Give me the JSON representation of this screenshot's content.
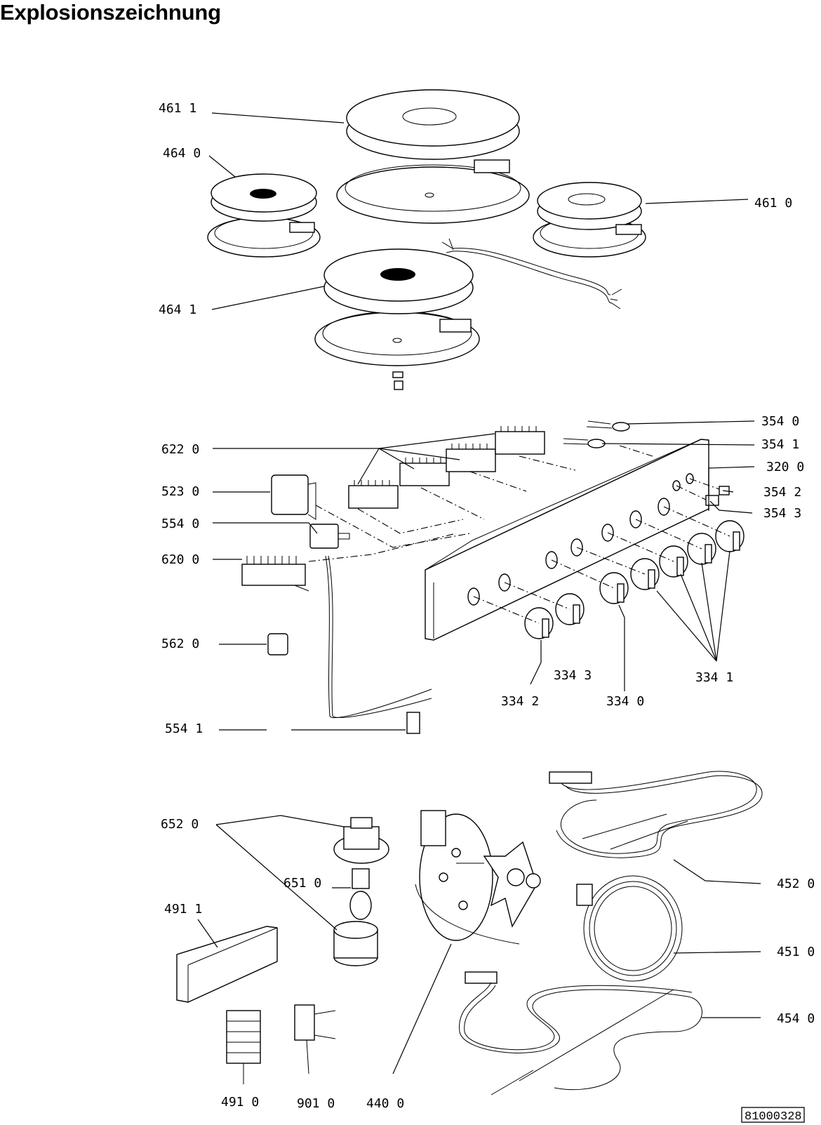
{
  "title": "Explosionszeichnung",
  "document_number": "81000328",
  "labels": {
    "l4611": "461 1",
    "l4640": "464 0",
    "l4610": "461 0",
    "l4641": "464 1",
    "l3540": "354 0",
    "l3541": "354 1",
    "l6220": "622 0",
    "l3200": "320 0",
    "l5230": "523 0",
    "l3542": "354 2",
    "l5540": "554 0",
    "l3543": "354 3",
    "l6200": "620 0",
    "l5620": "562 0",
    "l3343": "334 3",
    "l3341": "334 1",
    "l3342": "334 2",
    "l3340": "334 0",
    "l5541": "554 1",
    "l6520": "652 0",
    "l4520": "452 0",
    "l6510": "651 0",
    "l4911": "491 1",
    "l4510": "451 0",
    "l4540": "454 0",
    "l4910": "491 0",
    "l9010": "901 0",
    "l4400": "440 0"
  }
}
